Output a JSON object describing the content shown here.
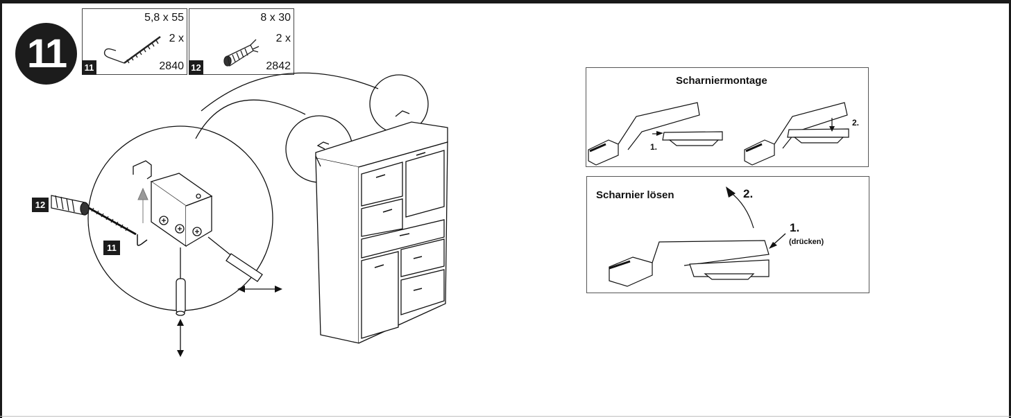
{
  "step": {
    "number": "11"
  },
  "parts": [
    {
      "size": "5,8 x 55",
      "qty": "2 x",
      "code": "2840",
      "tag": "11"
    },
    {
      "size": "8 x 30",
      "qty": "2 x",
      "code": "2842",
      "tag": "12"
    }
  ],
  "callouts": {
    "dowel_tag": "12",
    "hook_tag": "11"
  },
  "hinge_mount": {
    "title": "Scharniermontage",
    "step1": "1.",
    "step2": "2."
  },
  "hinge_release": {
    "title": "Scharnier lösen",
    "step1": "1.",
    "press_note": "(drücken)",
    "step2": "2."
  },
  "icons": [
    "hook-screw-icon",
    "wall-plug-icon",
    "bracket-icon",
    "screwdriver-icon",
    "cabinet-icon",
    "hinge-icon",
    "arrow-icon"
  ]
}
